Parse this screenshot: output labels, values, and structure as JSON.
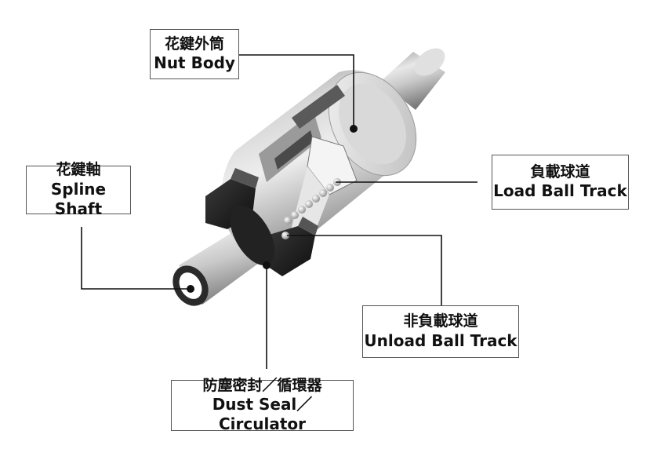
{
  "labels": {
    "nut_body": {
      "zh": "花鍵外筒",
      "en": "Nut Body"
    },
    "spline_shaft": {
      "zh": "花鍵軸",
      "en": "Spline Shaft"
    },
    "load_ball_track": {
      "zh": "負載球道",
      "en": "Load Ball Track"
    },
    "unload_ball_track": {
      "zh": "非負載球道",
      "en": "Unload Ball Track"
    },
    "dust_seal": {
      "zh": "防塵密封／循環器",
      "en": "Dust Seal／Circulator"
    }
  },
  "colors": {
    "line": "#111111",
    "border": "#555555",
    "dark": "#1e1e1e",
    "metal": "#bfbfbf"
  },
  "balls": {
    "load_track_count": 8,
    "unload_track_count": 1
  }
}
